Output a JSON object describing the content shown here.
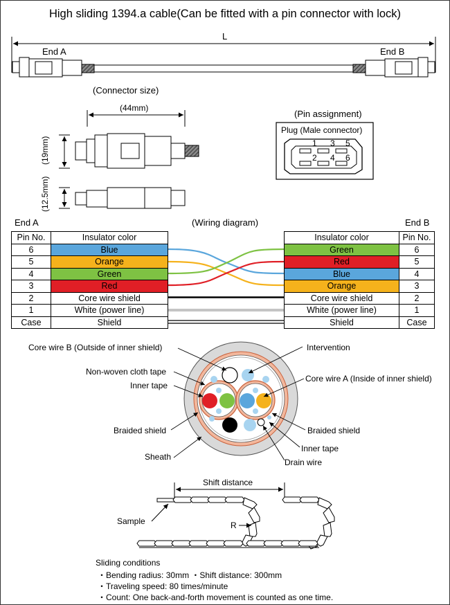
{
  "title": "High sliding 1394.a cable(Can be fitted with a pin connector with lock)",
  "cable": {
    "length_label": "L",
    "end_a": "End A",
    "end_b": "End B"
  },
  "connector_size": {
    "heading": "(Connector size)",
    "length": "(44mm)",
    "height": "(19mm)",
    "thickness": "(12.5mm)"
  },
  "pin_assignment": {
    "heading": "(Pin assignment)",
    "plug_label": "Plug (Male connector)",
    "pins_top": [
      "1",
      "3",
      "5"
    ],
    "pins_bottom": [
      "2",
      "4",
      "6"
    ]
  },
  "wiring": {
    "heading": "(Wiring diagram)",
    "end_a": "End A",
    "end_b": "End B",
    "header": {
      "pin": "Pin No.",
      "color": "Insulator color"
    },
    "rows_a": [
      {
        "pin": "6",
        "label": "Blue",
        "color": "#5aa6dc"
      },
      {
        "pin": "5",
        "label": "Orange",
        "color": "#f5b21c"
      },
      {
        "pin": "4",
        "label": "Green",
        "color": "#7ec243"
      },
      {
        "pin": "3",
        "label": "Red",
        "color": "#e01f26"
      },
      {
        "pin": "2",
        "label": "Core wire shield",
        "color": "#ffffff"
      },
      {
        "pin": "1",
        "label": "White (power line)",
        "color": "#ffffff"
      },
      {
        "pin": "Case",
        "label": "Shield",
        "color": "#ffffff"
      }
    ],
    "rows_b": [
      {
        "pin": "6",
        "label": "Green",
        "color": "#7ec243"
      },
      {
        "pin": "5",
        "label": "Red",
        "color": "#e01f26"
      },
      {
        "pin": "4",
        "label": "Blue",
        "color": "#5aa6dc"
      },
      {
        "pin": "3",
        "label": "Orange",
        "color": "#f5b21c"
      },
      {
        "pin": "2",
        "label": "Core wire shield",
        "color": "#ffffff"
      },
      {
        "pin": "1",
        "label": "White (power line)",
        "color": "#ffffff"
      },
      {
        "pin": "Case",
        "label": "Shield",
        "color": "#ffffff"
      }
    ]
  },
  "cross_section": {
    "core_wire_b": "Core wire B (Outside of inner shield)",
    "intervention": "Intervention",
    "non_woven": "Non-woven cloth tape",
    "inner_tape_left": "Inner tape",
    "core_wire_a": "Core wire A (Inside of inner shield)",
    "braided_left": "Braided shield",
    "braided_right": "Braided shield",
    "inner_tape_right": "Inner tape",
    "sheath": "Sheath",
    "drain_wire": "Drain wire"
  },
  "sliding": {
    "shift_label": "Shift distance",
    "sample_label": "Sample",
    "r_label": "R",
    "conditions_heading": "Sliding conditions",
    "condition_1": "・Bending radius: 30mm ・Shift distance: 300mm",
    "condition_2": "・Traveling speed: 80 times/minute",
    "condition_3": "・Count: One back-and-forth movement is counted as one time."
  },
  "colors": {
    "blue": "#5aa6dc",
    "orange": "#f5b21c",
    "green": "#7ec243",
    "red": "#e01f26",
    "sheath": "#d9d9d9",
    "braid": "#f3b79c",
    "braid_line": "#c8603a"
  }
}
